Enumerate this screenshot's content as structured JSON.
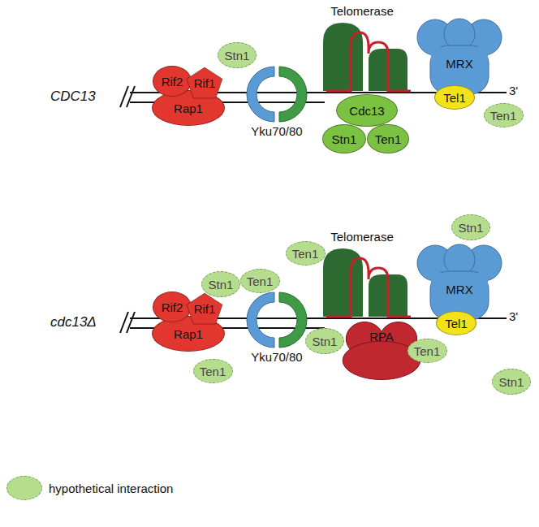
{
  "diagram": {
    "nodes": [
      {
        "text": [
          "Rap1"
        ]
      },
      {
        "text": [
          "Rif2"
        ]
      },
      {
        "text": [
          "Rif1"
        ]
      },
      {
        "text": [
          "Stn1"
        ]
      },
      {
        "text": [
          "Cdc13"
        ]
      },
      {
        "text": [
          "Stn1"
        ]
      },
      {
        "text": [
          "Ten1"
        ]
      },
      {
        "text": [
          "MRX"
        ]
      },
      {
        "text": [
          "Tel1"
        ]
      },
      {
        "text": [
          "Ten1"
        ]
      },
      {
        "text": [
          "Rap1"
        ]
      },
      {
        "text": [
          "Rif2"
        ]
      },
      {
        "text": [
          "Rif1"
        ]
      },
      {
        "text": [
          "Stn1"
        ]
      },
      {
        "text": [
          "Ten1"
        ]
      },
      {
        "text": [
          "Ten1"
        ]
      },
      {
        "text": [
          "Ten1"
        ]
      },
      {
        "text": [
          "Stn1"
        ]
      },
      {
        "text": [
          "RPA"
        ]
      },
      {
        "text": [
          "Stn1"
        ]
      },
      {
        "text": [
          "MRX"
        ]
      },
      {
        "text": [
          "Tel1"
        ]
      },
      {
        "text": [
          "Ten1"
        ]
      },
      {
        "text": [
          "Stn1"
        ]
      }
    ],
    "labels": [
      "CDC13",
      "Telomerase",
      "Yku70/80",
      "3'",
      "cdc13Δ",
      "Telomerase",
      "Yku70/80",
      "3'"
    ],
    "legend": [
      {
        "text": "hypothetical interaction",
        "color": "#b6dc8e"
      }
    ]
  }
}
